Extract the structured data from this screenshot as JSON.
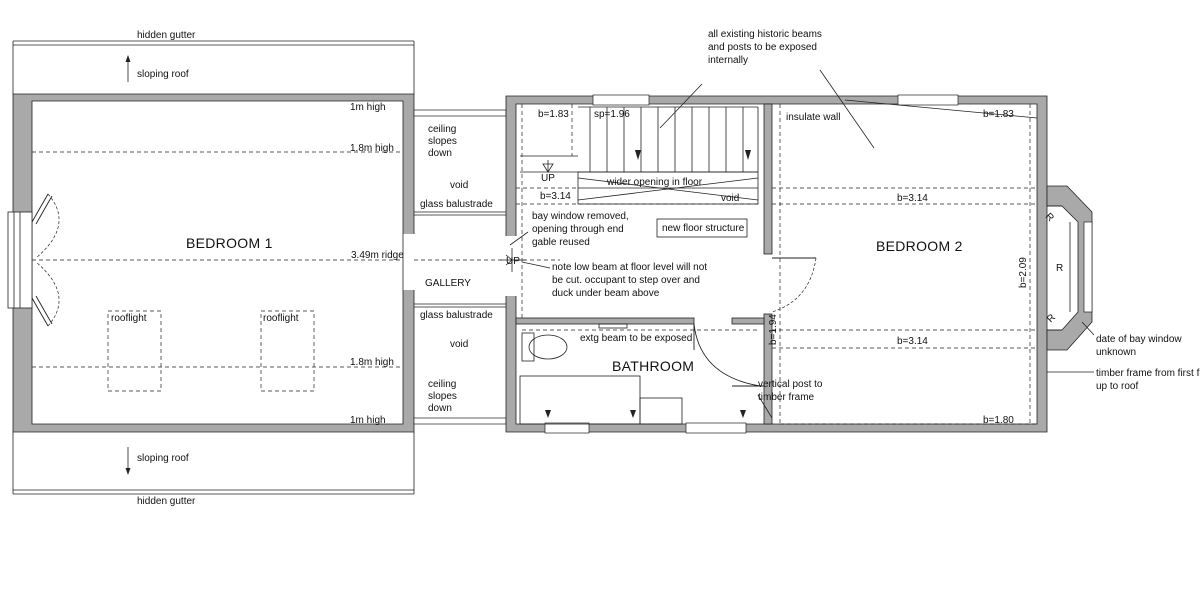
{
  "labels": {
    "hidden_gutter_top": "hidden gutter",
    "sloping_roof_top": "sloping roof",
    "bedroom1": "BEDROOM 1",
    "b1_1m_high_top": "1m high",
    "b1_1_8m_high_top": "1.8m high",
    "b1_ridge": "3.49m ridge",
    "b1_1_8m_high_bottom": "1.8m high",
    "b1_1m_high_bottom": "1m high",
    "rooflight_left": "rooflight",
    "rooflight_right": "rooflight",
    "sloping_roof_bottom": "sloping roof",
    "hidden_gutter_bottom": "hidden gutter",
    "ceiling_slopes_top": [
      "ceiling",
      "slopes",
      "down"
    ],
    "void_top": "void",
    "glass_balustrade_top": "glass balustrade",
    "gallery": "GALLERY",
    "glass_balustrade_bottom": "glass balustrade",
    "void_bottom": "void",
    "ceiling_slopes_bottom": [
      "ceiling",
      "slopes",
      "down"
    ],
    "stair_b": "b=1.83",
    "stair_sp": "sp=1.96",
    "up_stair": "UP",
    "wider_opening": "wider opening in floor",
    "stair_void": "void",
    "stair_b2": "b=3.14",
    "bay_removed": [
      "bay window removed,",
      "opening through end",
      "gable reused"
    ],
    "new_floor": "new floor structure",
    "up_gallery": "UP",
    "low_beam": [
      "note low beam at floor level will not",
      "be cut.  occupant to step over and",
      "duck under beam above"
    ],
    "extg_beam": "extg beam to be exposed",
    "bathroom": "BATHROOM",
    "historic_beams": [
      "all existing historic beams",
      "and posts to be exposed",
      "internally"
    ],
    "insulate_wall": "insulate wall",
    "b2_top_right": "b=1.83",
    "b2_upper": "b=3.14",
    "bedroom2": "BEDROOM 2",
    "b2_side": "b=2.09",
    "b2_lower": "b=3.14",
    "b2_bottom_right": "b=1.80",
    "partition_b": "b=1.94",
    "vertical_post": [
      "vertical post to",
      "timber frame"
    ],
    "bay_r": "R",
    "date_bay": [
      "date of bay window",
      "unknown"
    ],
    "timber_frame": [
      "timber frame from first flo",
      "up to roof"
    ]
  }
}
